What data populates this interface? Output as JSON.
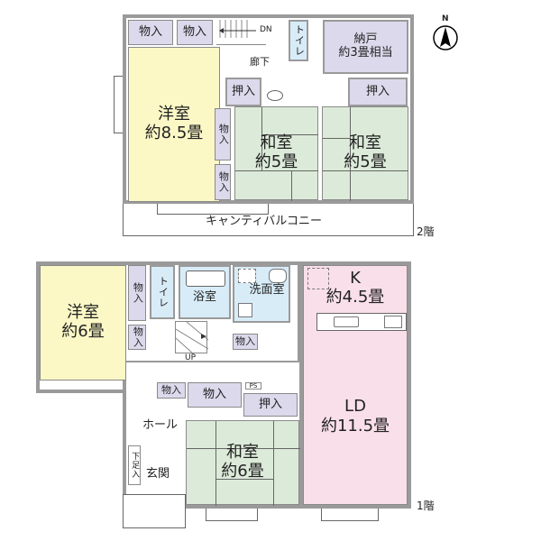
{
  "compass": {
    "label": "N"
  },
  "floor2": {
    "floor_label": "2階",
    "rooms": [
      {
        "id": "storage1",
        "label": "物入"
      },
      {
        "id": "storage2",
        "label": "物入"
      },
      {
        "id": "stairs",
        "label": "DN"
      },
      {
        "id": "toilet",
        "label": "トイレ"
      },
      {
        "id": "nando",
        "label": "納戸",
        "size": "約3畳相当"
      },
      {
        "id": "corridor",
        "label": "廊下"
      },
      {
        "id": "western",
        "label": "洋室",
        "size": "約8.5畳"
      },
      {
        "id": "oshiire1",
        "label": "押入"
      },
      {
        "id": "oshiire2",
        "label": "押入"
      },
      {
        "id": "closet1",
        "label": "物入"
      },
      {
        "id": "closet2",
        "label": "物入"
      },
      {
        "id": "japanese1",
        "label": "和室",
        "size": "約5畳"
      },
      {
        "id": "japanese2",
        "label": "和室",
        "size": "約5畳"
      }
    ],
    "balcony": "キャンティバルコニー"
  },
  "floor1": {
    "floor_label": "1階",
    "rooms": [
      {
        "id": "western",
        "label": "洋室",
        "size": "約6畳"
      },
      {
        "id": "closet1",
        "label": "物入"
      },
      {
        "id": "closet2",
        "label": "物入"
      },
      {
        "id": "toilet",
        "label": "トイレ"
      },
      {
        "id": "bath",
        "label": "浴室"
      },
      {
        "id": "washroom",
        "label": "洗面室"
      },
      {
        "id": "closet3",
        "label": "物入"
      },
      {
        "id": "stairs",
        "label": "UP"
      },
      {
        "id": "kitchen",
        "label": "K",
        "size": "約4.5畳"
      },
      {
        "id": "closet4",
        "label": "物入"
      },
      {
        "id": "closet5",
        "label": "物入"
      },
      {
        "id": "ps",
        "label": "PS"
      },
      {
        "id": "oshiire",
        "label": "押入"
      },
      {
        "id": "hall",
        "label": "ホール"
      },
      {
        "id": "shoebox",
        "label": "下足入"
      },
      {
        "id": "entrance",
        "label": "玄関"
      },
      {
        "id": "japanese",
        "label": "和室",
        "size": "約6畳"
      },
      {
        "id": "ld",
        "label": "LD",
        "size": "約11.5畳"
      }
    ]
  },
  "colors": {
    "western": "#fbf8c6",
    "japanese": "#dcebd9",
    "ldk": "#f9dfe9",
    "wet": "#d8ecf8",
    "storage": "#dcd9ec",
    "wall": "#9a9a9a"
  }
}
